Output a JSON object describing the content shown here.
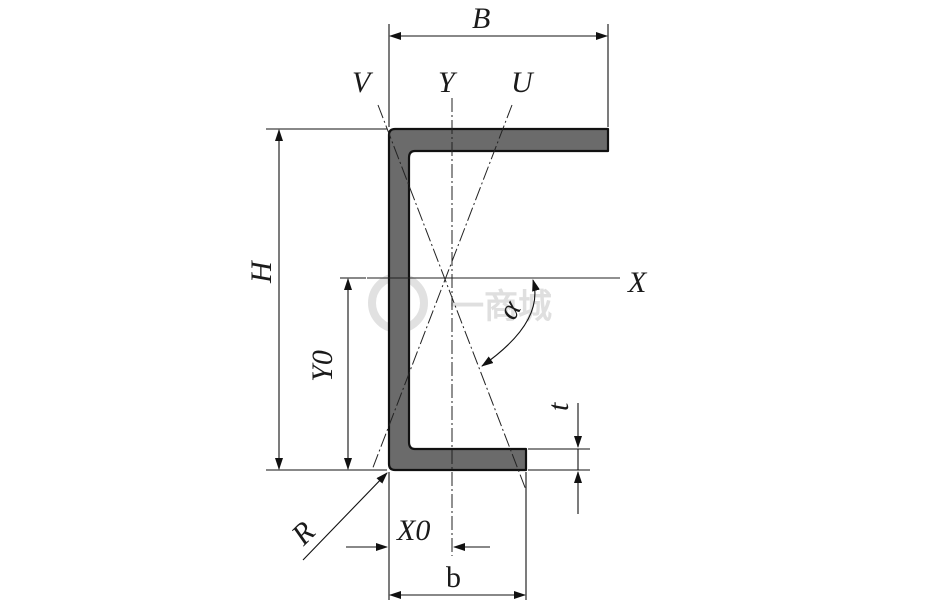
{
  "labels": {
    "B": "B",
    "H": "H",
    "Y0": "Y0",
    "X0": "X0",
    "b": "b",
    "t": "t",
    "R": "R",
    "X": "X",
    "Y": "Y",
    "U": "U",
    "V": "V",
    "alpha": "α"
  },
  "watermark": "一商城",
  "colors": {
    "section_fill": "#6b6b6b",
    "outline": "#111111",
    "background": "#ffffff",
    "watermark": "#dcdcdc"
  }
}
